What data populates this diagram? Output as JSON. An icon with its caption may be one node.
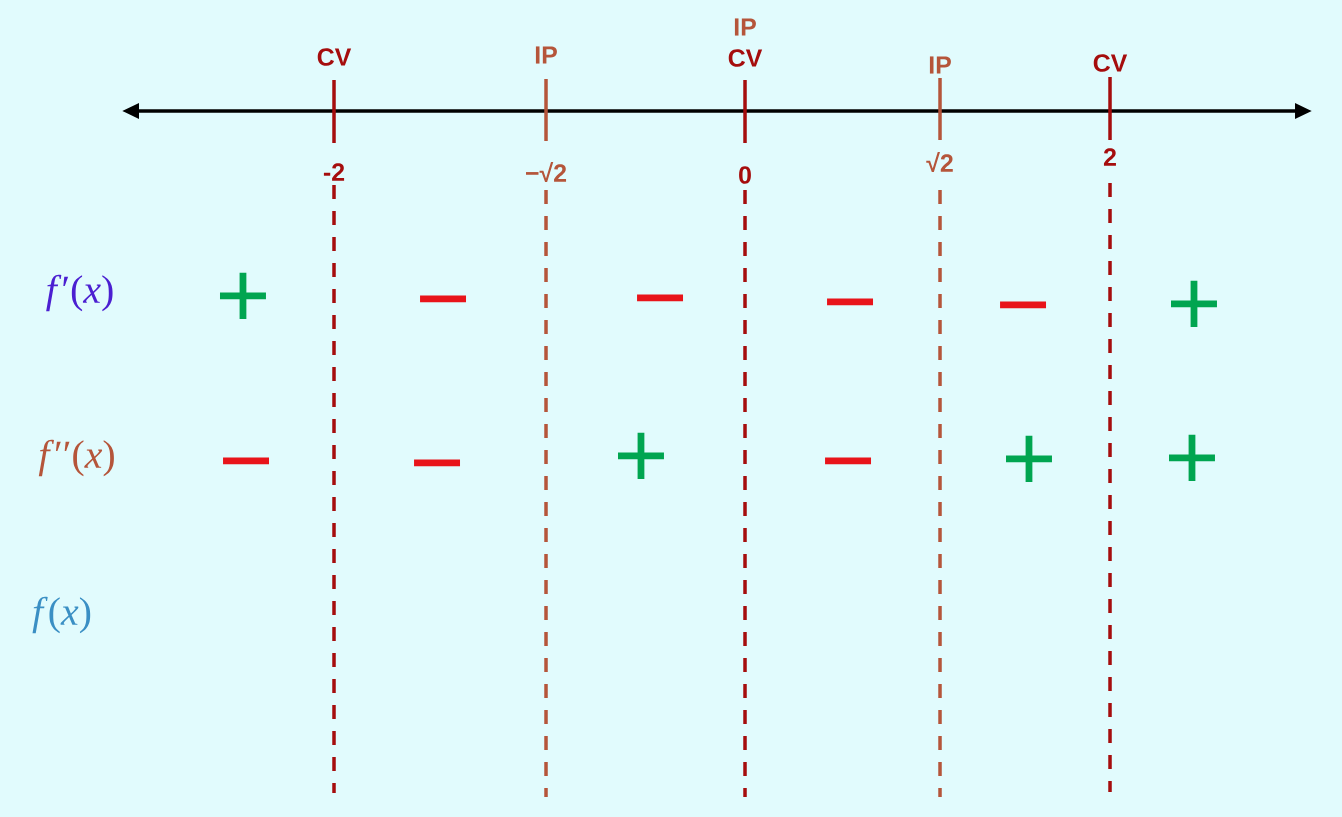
{
  "diagram": {
    "labels": [
      "IP",
      "CV",
      "IP",
      "CV",
      "IP",
      "CV",
      "-2",
      "−√2",
      "0",
      "√2",
      "2",
      "*f*′(*x*)",
      "+",
      "−",
      "−",
      "−",
      "−",
      "+",
      "*f*′′(*x*)",
      "−",
      "−",
      "+",
      "−",
      "+",
      "+",
      "*f*(*x*)"
    ]
  }
}
